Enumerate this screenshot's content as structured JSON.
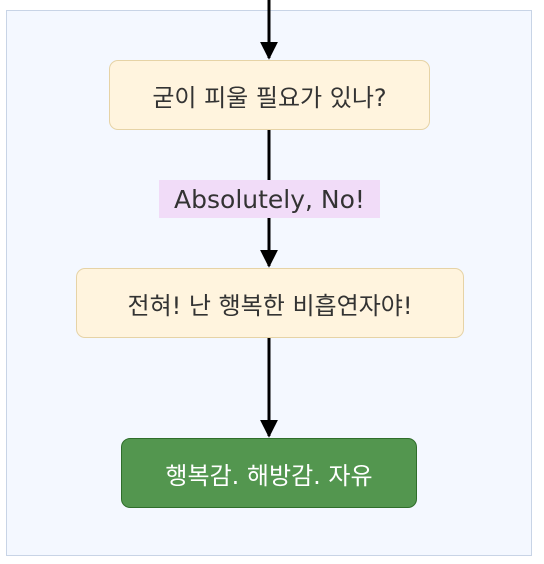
{
  "nodes": {
    "question": "굳이 피울 필요가 있나?",
    "answer": "전혀! 난 행복한 비흡연자야!",
    "outcome": "행복감. 해방감. 자유"
  },
  "edges": {
    "label": "Absolutely, No!"
  },
  "colors": {
    "cluster_fill": "#f4f8ff",
    "node_fill": "#fff4de",
    "outcome_fill": "#53964f",
    "edge_label_fill": "#f1dcf8",
    "edge_stroke": "#000000"
  }
}
